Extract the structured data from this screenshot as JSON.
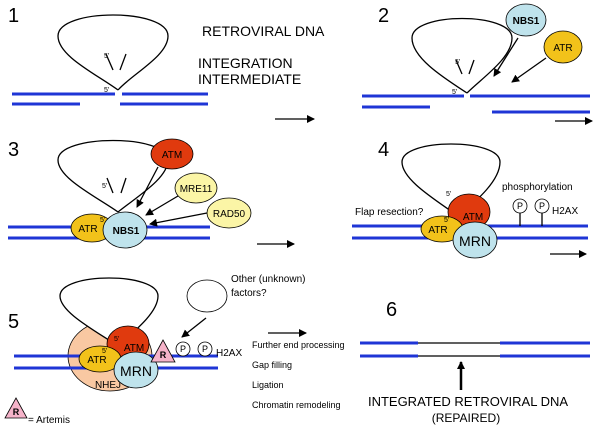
{
  "colors": {
    "dna_blue": "#1f35d6",
    "nbs1": "#bfe3ec",
    "atr": "#f2c21a",
    "atm": "#e03a0e",
    "mre11": "#fbf5a6",
    "rad50": "#fbf5a6",
    "mrn": "#bfe3ec",
    "nhej": "#f9c8a2",
    "artemis": "#f5b3c9"
  },
  "panels": {
    "p1": {
      "number": "1",
      "title1": "RETROVIRAL DNA",
      "title2": "INTEGRATION",
      "title3": "INTERMEDIATE",
      "five1": "5'",
      "five2": "5'"
    },
    "p2": {
      "number": "2",
      "nbs1": "NBS1",
      "atr": "ATR",
      "five1": "5'",
      "five2": "5'"
    },
    "p3": {
      "number": "3",
      "atm": "ATM",
      "mre11": "MRE11",
      "rad50": "RAD50",
      "atr": "ATR",
      "nbs1": "NBS1",
      "five1": "5'",
      "five2": "5'"
    },
    "p4": {
      "number": "4",
      "phosphorylation": "phosphorylation",
      "flap": "Flap resection?",
      "atm": "ATM",
      "atr": "ATR",
      "mrn": "MRN",
      "p": "P",
      "h2ax": "H2AX",
      "five1": "5'",
      "five2": "5'"
    },
    "p5": {
      "number": "5",
      "unknown1": "Other (unknown)",
      "unknown2": "factors?",
      "atm": "ATM",
      "atr": "ATR",
      "mrn": "MRN",
      "nhej": "NHEJ",
      "r": "R",
      "p": "P",
      "h2ax": "H2AX",
      "five1": "5'",
      "five2": "5'",
      "legend_r": "R",
      "legend_text": "= Artemis"
    },
    "p6": {
      "number": "6",
      "steps": [
        "Further end processing",
        "Gap filling",
        "Ligation",
        "Chromatin remodeling"
      ],
      "result1": "INTEGRATED RETROVIRAL DNA",
      "result2": "(REPAIRED)"
    }
  }
}
